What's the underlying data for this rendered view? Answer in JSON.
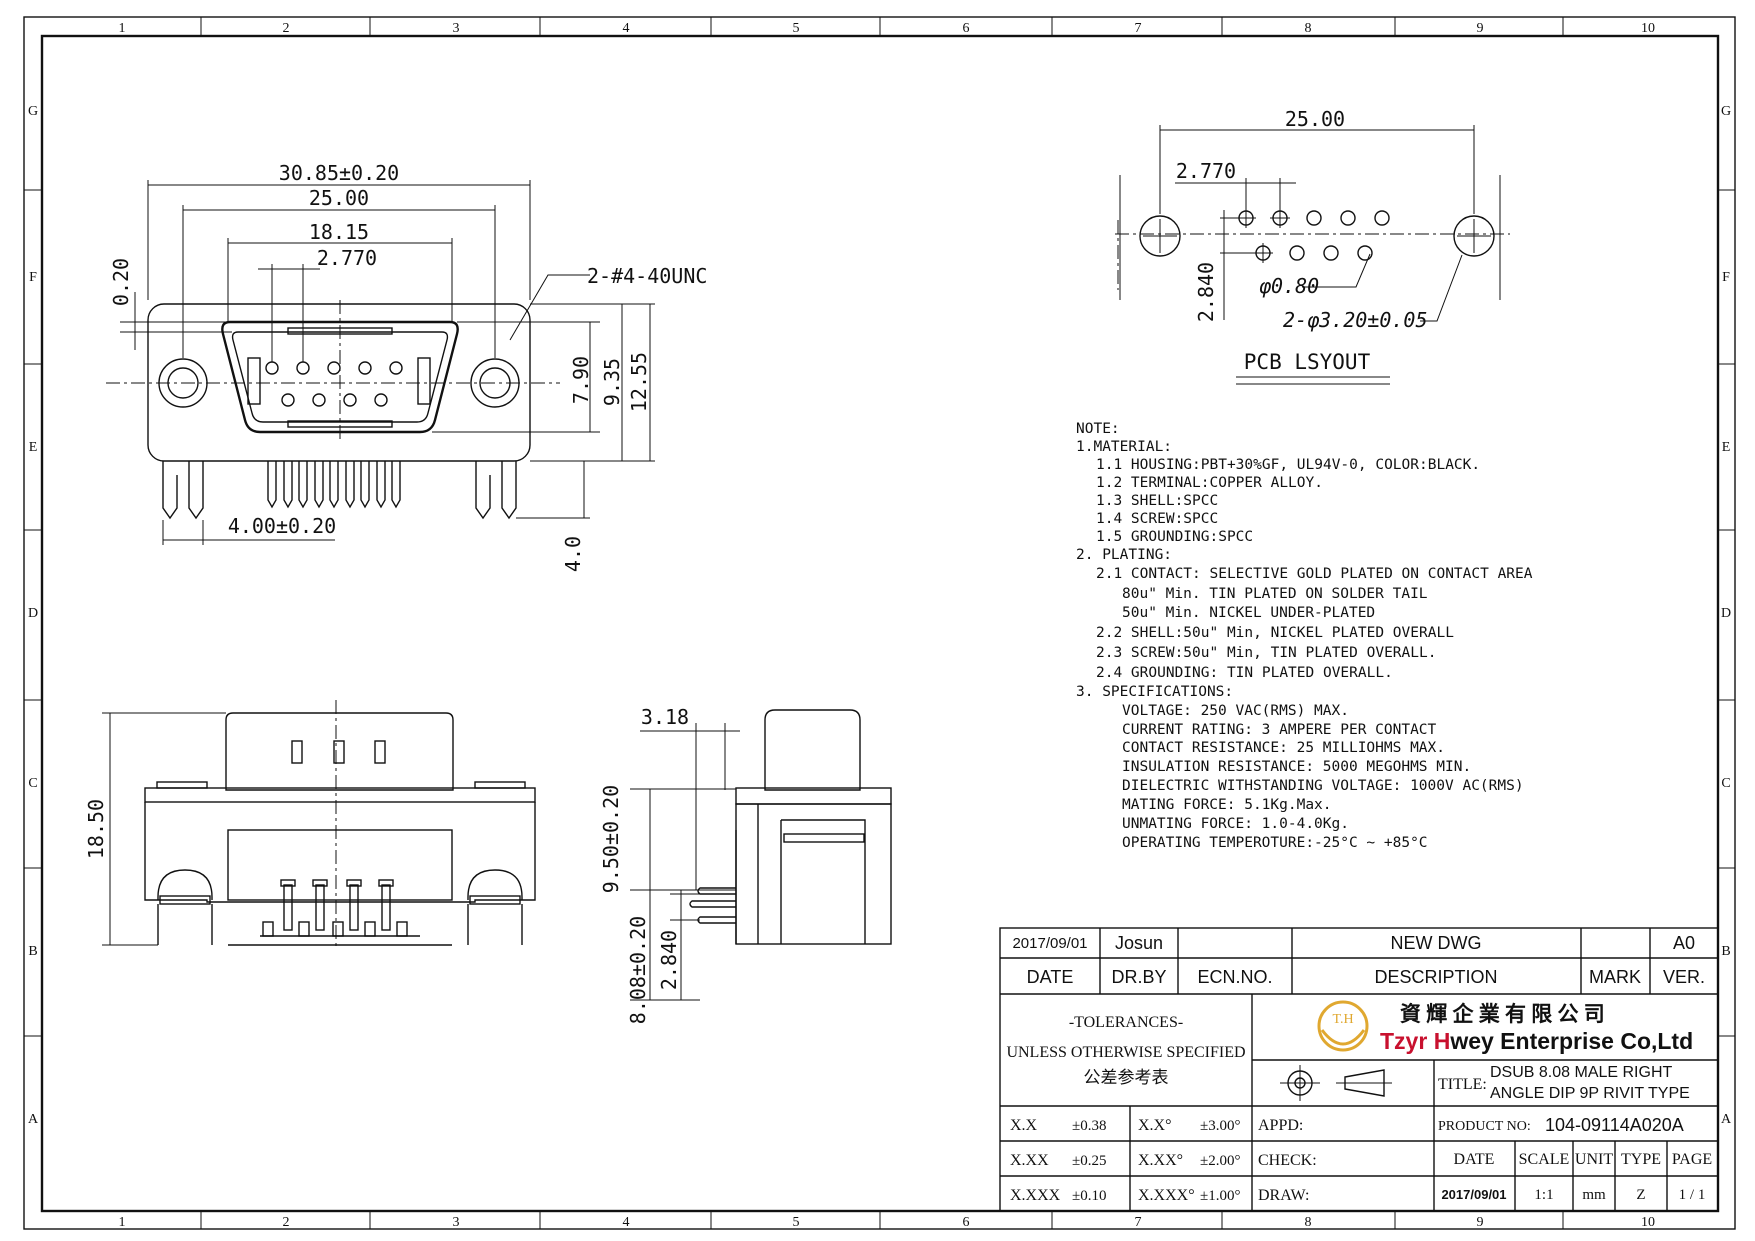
{
  "frame": {
    "col_labels": [
      "1",
      "2",
      "3",
      "4",
      "5",
      "6",
      "7",
      "8",
      "9",
      "10"
    ],
    "row_labels": [
      "G",
      "F",
      "E",
      "D",
      "C",
      "B",
      "A"
    ]
  },
  "front_view": {
    "dims": {
      "overall_width": "30.85±0.20",
      "hole_pitch": "25.00",
      "shell_width": "18.15",
      "pin_pitch": "2.770",
      "shell_offset": "0.20",
      "screw_callout": "2-#4-40UNC",
      "height_1": "7.90",
      "height_2": "9.35",
      "height_3": "12.55",
      "leg_width": "4.00±0.20",
      "tail_length": "4.0"
    }
  },
  "bottom_view": {
    "dims": {
      "height": "18.50"
    }
  },
  "side_view": {
    "dims": {
      "flange_depth": "3.18",
      "height": "9.50±0.20",
      "board_offset": "8.08±0.20",
      "row_spacing": "2.840"
    }
  },
  "pcb_layout": {
    "title": "PCB LSYOUT",
    "dims": {
      "hole_pitch": "25.00",
      "pin_pitch": "2.770",
      "row_spacing": "2.840",
      "pin_hole": "φ0.80",
      "mount_hole": "2-φ3.20±0.05"
    }
  },
  "notes": {
    "lines": [
      "NOTE:",
      "1.MATERIAL:",
      "1.1  HOUSING:PBT+30%GF, UL94V-0, COLOR:BLACK.",
      "1.2  TERMINAL:COPPER  ALLOY.",
      "1.3  SHELL:SPCC",
      "1.4  SCREW:SPCC",
      "1.5  GROUNDING:SPCC",
      "2.  PLATING:",
      "2.1  CONTACT:  SELECTIVE  GOLD  PLATED  ON  CONTACT  AREA",
      "80u\" Min.  TIN  PLATED  ON  SOLDER  TAIL",
      "50u\" Min.  NICKEL  UNDER-PLATED",
      "2.2  SHELL:50u\" Min,  NICKEL  PLATED  OVERALL",
      "2.3  SCREW:50u\" Min,  TIN  PLATED  OVERALL.",
      "2.4  GROUNDING:  TIN  PLATED  OVERALL.",
      "3.  SPECIFICATIONS:",
      "VOLTAGE:  250  VAC(RMS)  MAX.",
      "CURRENT  RATING:  3  AMPERE  PER  CONTACT",
      "CONTACT  RESISTANCE:  25  MILLIOHMS  MAX.",
      "INSULATION  RESISTANCE:  5000  MEGOHMS  MIN.",
      "DIELECTRIC  WITHSTANDING  VOLTAGE:  1000V  AC(RMS)",
      "MATING  FORCE:  5.1Kg.Max.",
      "UNMATING  FORCE:  1.0-4.0Kg.",
      "OPERATING  TEMPEROTURE:-25°C  ~  +85°C"
    ]
  },
  "title_block": {
    "rev_date": "2017/09/01",
    "rev_by": "Josun",
    "rev_description": "NEW  DWG",
    "rev_version": "A0",
    "headers": {
      "date": "DATE",
      "dr_by": "DR.BY",
      "ecn_no": "ECN.NO.",
      "description": "DESCRIPTION",
      "mark": "MARK",
      "ver": "VER."
    },
    "tolerances_title": "-TOLERANCES-",
    "tolerances_sub": "UNLESS OTHERWISE SPECIFIED",
    "tolerances_cn": "公差参考表",
    "logo_mark": "T.H",
    "company_cn": "資 輝 企 業 有 限 公 司",
    "company_en_t": "Tzyr ",
    "company_en_h": "H",
    "company_en_rest": "wey Enterprise Co,Ltd",
    "title_label": "TITLE:",
    "title_line1": "DSUB 8.08 MALE RIGHT",
    "title_line2": "ANGLE DIP 9P RIVIT TYPE",
    "product_label": "PRODUCT NO:",
    "product_no": "104-09114A020A",
    "tolerances": [
      {
        "lin": "X.X",
        "lin_tol": "±0.38",
        "ang": "X.X°",
        "ang_tol": "±3.00°"
      },
      {
        "lin": "X.XX",
        "lin_tol": "±0.25",
        "ang": "X.XX°",
        "ang_tol": "±2.00°"
      },
      {
        "lin": "X.XXX",
        "lin_tol": "±0.10",
        "ang": "X.XXX°",
        "ang_tol": "±1.00°"
      }
    ],
    "appd_label": "APPD:",
    "check_label": "CHECK:",
    "draw_label": "DRAW:",
    "bottom_headers": {
      "date": "DATE",
      "scale": "SCALE",
      "unit": "UNIT",
      "type": "TYPE",
      "page": "PAGE"
    },
    "bottom_values": {
      "date": "2017/09/01",
      "scale": "1:1",
      "unit": "mm",
      "type": "Z",
      "page": "1 / 1"
    },
    "accent_color": "#c8102e",
    "logo_color": "#e0a830"
  }
}
